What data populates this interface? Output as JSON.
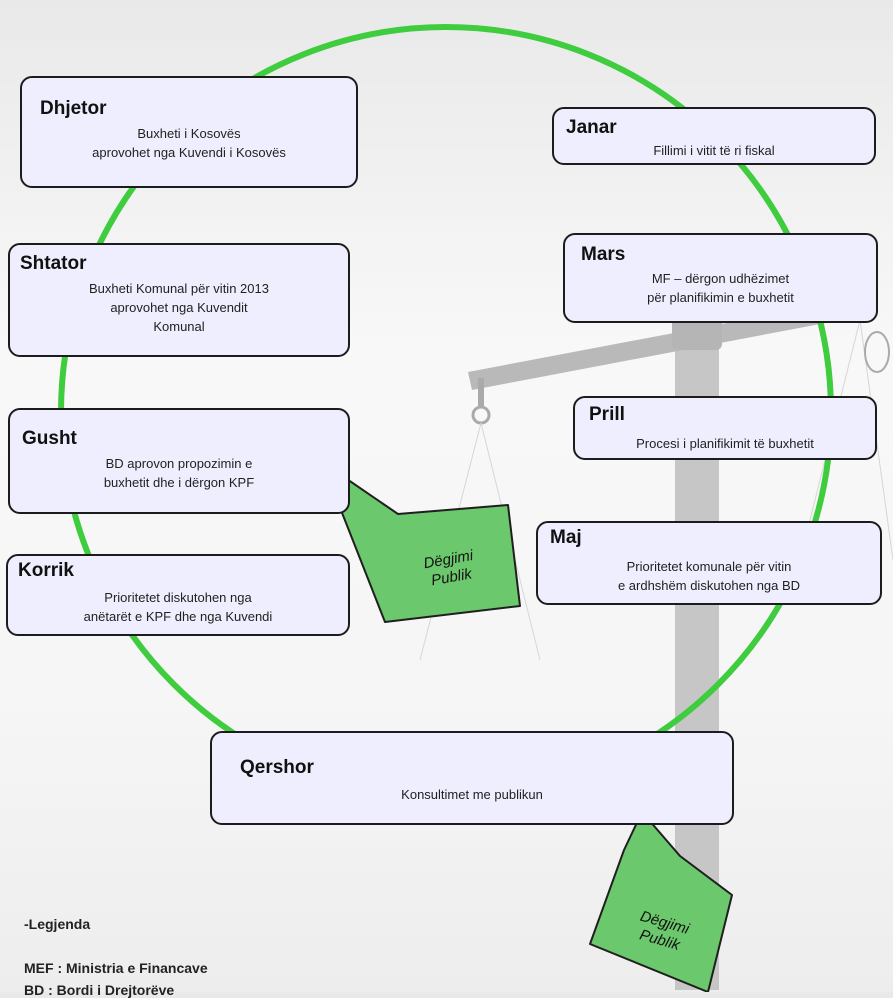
{
  "months": {
    "dhjetor": {
      "name": "Dhjetor",
      "desc": "Buxheti i Kosovës\naprovohet nga  Kuvendi  i Kosovës"
    },
    "janar": {
      "name": "Janar",
      "desc": "Fillimi i vitit të ri fiskal"
    },
    "shtator": {
      "name": "Shtator",
      "desc": "Buxheti Komunal  për vitin 2013\naprovohet  nga Kuvendit\nKomunal"
    },
    "mars": {
      "name": "Mars",
      "desc": "MF – dërgon udhëzimet\npër planifikimin e buxhetit"
    },
    "prill": {
      "name": "Prill",
      "desc": "Procesi i planifikimit të buxhetit"
    },
    "gusht": {
      "name": "Gusht",
      "desc": "BD aprovon propozimin e\nbuxhetit dhe i dërgon  KPF"
    },
    "maj": {
      "name": "Maj",
      "desc": "Prioritetet komunale  për vitin\ne ardhshëm  diskutohen  nga BD"
    },
    "korrik": {
      "name": "Korrik",
      "desc": "Prioritetet diskutohen  nga\nanëtarët e KPF dhe  nga Kuvendi"
    },
    "qershor": {
      "name": "Qershor",
      "desc": "Konsultimet me publikun"
    }
  },
  "callouts": {
    "public_hearing_1": "Dëgjimi\nPublik",
    "public_hearing_2": "Dëgjimi\nPublik"
  },
  "legend": {
    "title": "-Legjenda",
    "items": [
      "MEF :  Ministria e Financave",
      "BD :  Bordi i Drejtorëve"
    ]
  },
  "colors": {
    "cycle_ring": "#3fcc3f",
    "box_fill": "#eeeefe",
    "callout_fill": "#6cc86c"
  }
}
